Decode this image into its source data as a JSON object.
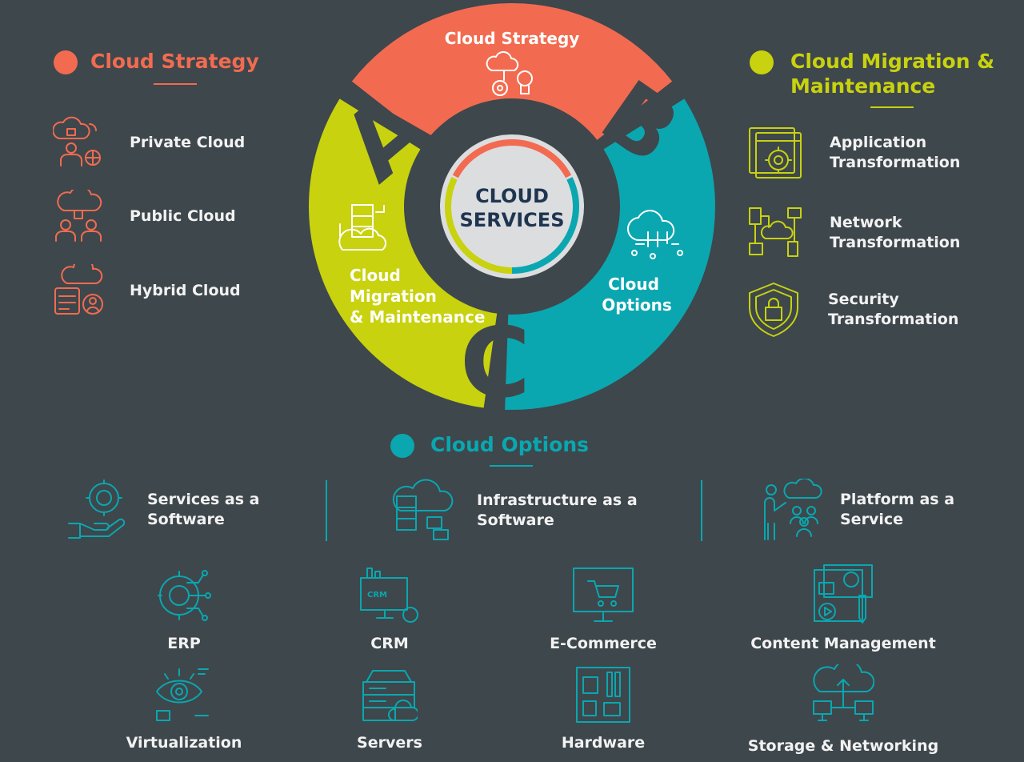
{
  "colors": {
    "strategy": "#f26b50",
    "migration": "#c8d20e",
    "options": "#0aa7b0",
    "background": "#3e474c",
    "center": "#dcdddf",
    "center_text": "#1e3550"
  },
  "wheel": {
    "center_line1": "CLOUD",
    "center_line2": "SERVICES",
    "segments": [
      {
        "label": "Cloud Strategy",
        "letter": "A",
        "icon": "cloud-idea-icon"
      },
      {
        "label_lines": [
          "Cloud",
          "Options"
        ],
        "letter": "B",
        "icon": "cloud-network-icon"
      },
      {
        "label_lines": [
          "Cloud",
          "Migration",
          "& Maintenance"
        ],
        "letter": "C",
        "icon": "cloud-server-icon"
      }
    ]
  },
  "strategy": {
    "title": "Cloud Strategy",
    "items": [
      {
        "label": "Private Cloud",
        "icon": "private-cloud-icon"
      },
      {
        "label": "Public Cloud",
        "icon": "public-cloud-icon"
      },
      {
        "label": "Hybrid Cloud",
        "icon": "hybrid-cloud-icon"
      }
    ]
  },
  "migration": {
    "title_lines": [
      "Cloud Migration &",
      "Maintenance"
    ],
    "items": [
      {
        "lines": [
          "Application",
          "Transformation"
        ],
        "icon": "application-gear-icon"
      },
      {
        "lines": [
          "Network",
          "Transformation"
        ],
        "icon": "network-icon"
      },
      {
        "lines": [
          "Security",
          "Transformation"
        ],
        "icon": "shield-lock-icon"
      }
    ]
  },
  "options": {
    "title": "Cloud Options",
    "categories": [
      {
        "lines": [
          "Services as a",
          "Software"
        ],
        "icon": "gear-hand-icon"
      },
      {
        "lines": [
          "Infrastructure as a",
          "Software"
        ],
        "icon": "cloud-database-icon"
      },
      {
        "lines": [
          "Platform as a",
          "Service"
        ],
        "icon": "presenter-icon"
      }
    ],
    "tiles": [
      {
        "label": "ERP",
        "icon": "erp-gear-icon"
      },
      {
        "label": "CRM",
        "icon": "crm-monitor-icon"
      },
      {
        "label": "E-Commerce",
        "icon": "cart-monitor-icon"
      },
      {
        "label": "Content Management",
        "icon": "content-icon"
      },
      {
        "label": "Virtualization",
        "icon": "eye-icon"
      },
      {
        "label": "Servers",
        "icon": "server-icon"
      },
      {
        "label": "Hardware",
        "icon": "circuit-board-icon"
      },
      {
        "label": "Storage & Networking",
        "icon": "cloud-storage-icon"
      }
    ]
  }
}
